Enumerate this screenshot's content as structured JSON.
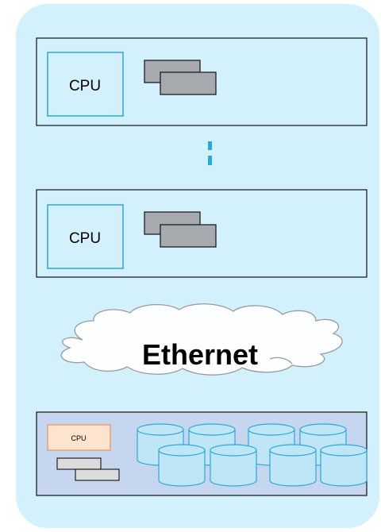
{
  "diagram": {
    "nodes": [
      {
        "id": "node-1",
        "cpu_label": "CPU"
      },
      {
        "id": "node-2",
        "cpu_label": "CPU"
      }
    ],
    "network": {
      "label": "Ethernet"
    },
    "storage": {
      "cpu_label": "CPU",
      "disk_count": 8
    },
    "colors": {
      "background": "#d3f1fd",
      "cpu_border": "#29a8e0",
      "module_fill": "#a6a9ae",
      "storage_panel": "#c6d6ef",
      "disk_fill": "#bfe6f7",
      "disk_stroke": "#29a8e0",
      "storage_cpu_fill": "#fde4cf",
      "storage_cpu_border": "#e8915b",
      "cloud_stroke": "#9a9a9a",
      "ellipsis_color": "#29a8e0"
    }
  }
}
